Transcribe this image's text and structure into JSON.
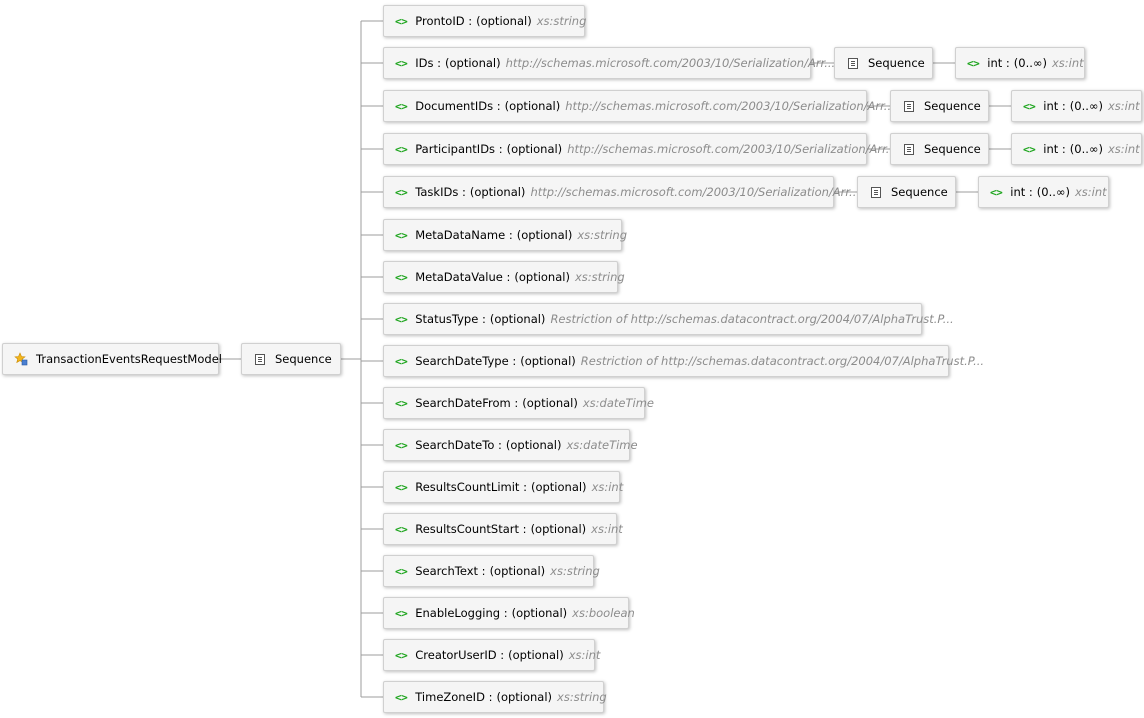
{
  "root": {
    "label": "TransactionEventsRequestModel",
    "icon": "complex-type-icon"
  },
  "sequence_label": "Sequence",
  "children": [
    {
      "name": "ProntoID",
      "sep": " :",
      "occ": "(optional)",
      "type": "xs:string"
    },
    {
      "name": "IDs",
      "sep": " :",
      "occ": "(optional)",
      "type": "http://schemas.microsoft.com/2003/10/Serialization/Arr...",
      "seq": {
        "label": "Sequence",
        "item": {
          "name": "int",
          "sep": " :",
          "occ": "(0..∞)",
          "type": "xs:int"
        }
      }
    },
    {
      "name": "DocumentIDs",
      "sep": " :",
      "occ": "(optional)",
      "type": "http://schemas.microsoft.com/2003/10/Serialization/Arr...",
      "seq": {
        "label": "Sequence",
        "item": {
          "name": "int",
          "sep": " :",
          "occ": "(0..∞)",
          "type": "xs:int"
        }
      }
    },
    {
      "name": "ParticipantIDs",
      "sep": " :",
      "occ": "(optional)",
      "type": "http://schemas.microsoft.com/2003/10/Serialization/Arr...",
      "seq": {
        "label": "Sequence",
        "item": {
          "name": "int",
          "sep": " :",
          "occ": "(0..∞)",
          "type": "xs:int"
        }
      }
    },
    {
      "name": "TaskIDs",
      "sep": " :",
      "occ": "(optional)",
      "type": "http://schemas.microsoft.com/2003/10/Serialization/Arr...",
      "seq": {
        "label": "Sequence",
        "item": {
          "name": "int",
          "sep": " :",
          "occ": "(0..∞)",
          "type": "xs:int"
        }
      }
    },
    {
      "name": "MetaDataName",
      "sep": " :",
      "occ": "(optional)",
      "type": "xs:string"
    },
    {
      "name": "MetaDataValue",
      "sep": " :",
      "occ": "(optional)",
      "type": "xs:string"
    },
    {
      "name": "StatusType",
      "sep": " :",
      "occ": "(optional)",
      "type": "Restriction of http://schemas.datacontract.org/2004/07/AlphaTrust.P..."
    },
    {
      "name": "SearchDateType",
      "sep": " :",
      "occ": "(optional)",
      "type": "Restriction of http://schemas.datacontract.org/2004/07/AlphaTrust.P..."
    },
    {
      "name": "SearchDateFrom",
      "sep": " :",
      "occ": "(optional)",
      "type": "xs:dateTime"
    },
    {
      "name": "SearchDateTo",
      "sep": " :",
      "occ": "(optional)",
      "type": "xs:dateTime"
    },
    {
      "name": "ResultsCountLimit",
      "sep": " :",
      "occ": "(optional)",
      "type": "xs:int"
    },
    {
      "name": "ResultsCountStart",
      "sep": " :",
      "occ": "(optional)",
      "type": "xs:int"
    },
    {
      "name": "SearchText",
      "sep": " :",
      "occ": "(optional)",
      "type": "xs:string"
    },
    {
      "name": "EnableLogging",
      "sep": " :",
      "occ": "(optional)",
      "type": "xs:boolean"
    },
    {
      "name": "CreatorUserID",
      "sep": " :",
      "occ": "(optional)",
      "type": "xs:int"
    },
    {
      "name": "TimeZoneID",
      "sep": " :",
      "occ": "(optional)",
      "type": "xs:string"
    }
  ],
  "element_icon_glyph": "<>",
  "colors": {
    "element_icon": "#1ea51e",
    "type_text": "#8c8c8c",
    "connector": "#9c9c9c",
    "node_bg": "#f5f5f5"
  }
}
